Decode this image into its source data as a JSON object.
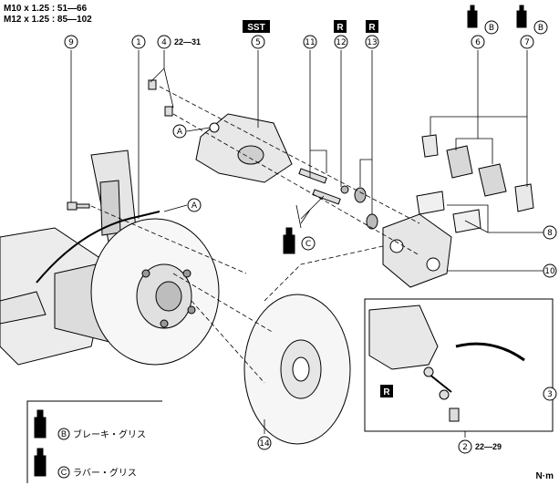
{
  "torque_header": {
    "m10": "M10 x 1.25 : 51—66",
    "m12": "M12 x 1.25 : 85—102"
  },
  "callouts": {
    "c1": "1",
    "c2": "2",
    "c3": "3",
    "c4": "4",
    "c5": "5",
    "c6": "6",
    "c7": "7",
    "c8": "8",
    "c9": "9",
    "c10": "10",
    "c11": "11",
    "c12": "12",
    "c13": "13",
    "c14": "14"
  },
  "torque_values": {
    "t4": "22—31",
    "t2": "22—29"
  },
  "tags": {
    "sst": "SST",
    "r": "R",
    "letter_a": "A",
    "letter_b": "B",
    "letter_c": "C"
  },
  "legend": {
    "b_text": "ブレーキ・グリス",
    "c_text": "ラバー・グリス"
  },
  "unit": "N·m"
}
